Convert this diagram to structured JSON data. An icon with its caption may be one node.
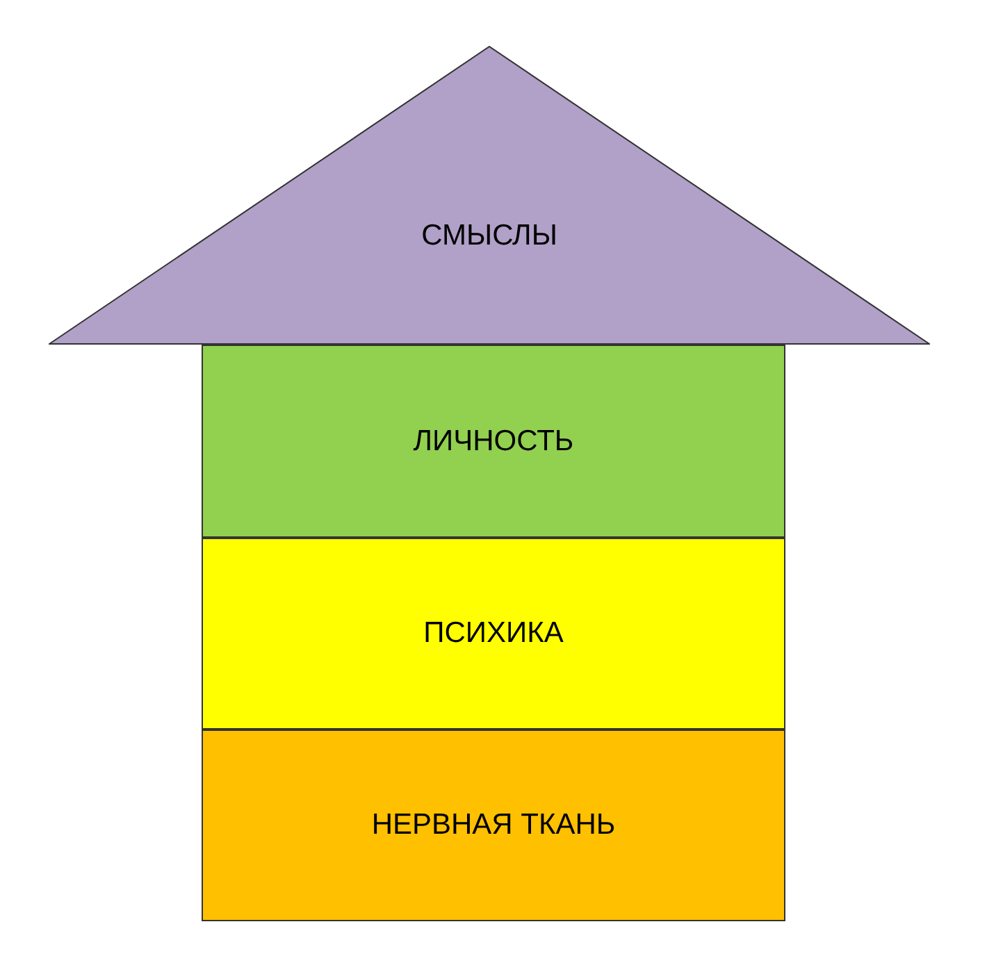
{
  "diagram": {
    "nodes": [
      {
        "text": [
          "СМЫСЛЫ"
        ]
      },
      {
        "text": [
          "ЛИЧНОСТЬ"
        ]
      },
      {
        "text": [
          "ПСИХИКА"
        ]
      },
      {
        "text": [
          "НЕРВНАЯ ТКАНЬ"
        ]
      }
    ]
  }
}
